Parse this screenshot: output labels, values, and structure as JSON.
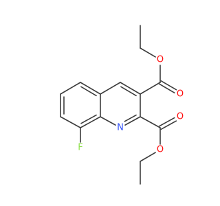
{
  "colors": {
    "bond": "#3c3c3c",
    "oxygen": "#ff0d0d",
    "nitrogen": "#3050f8",
    "fluorine": "#90e050",
    "background": "#ffffff"
  },
  "atom_labels": {
    "fluorine": "F",
    "nitrogen": "N",
    "oxygen": "O"
  }
}
